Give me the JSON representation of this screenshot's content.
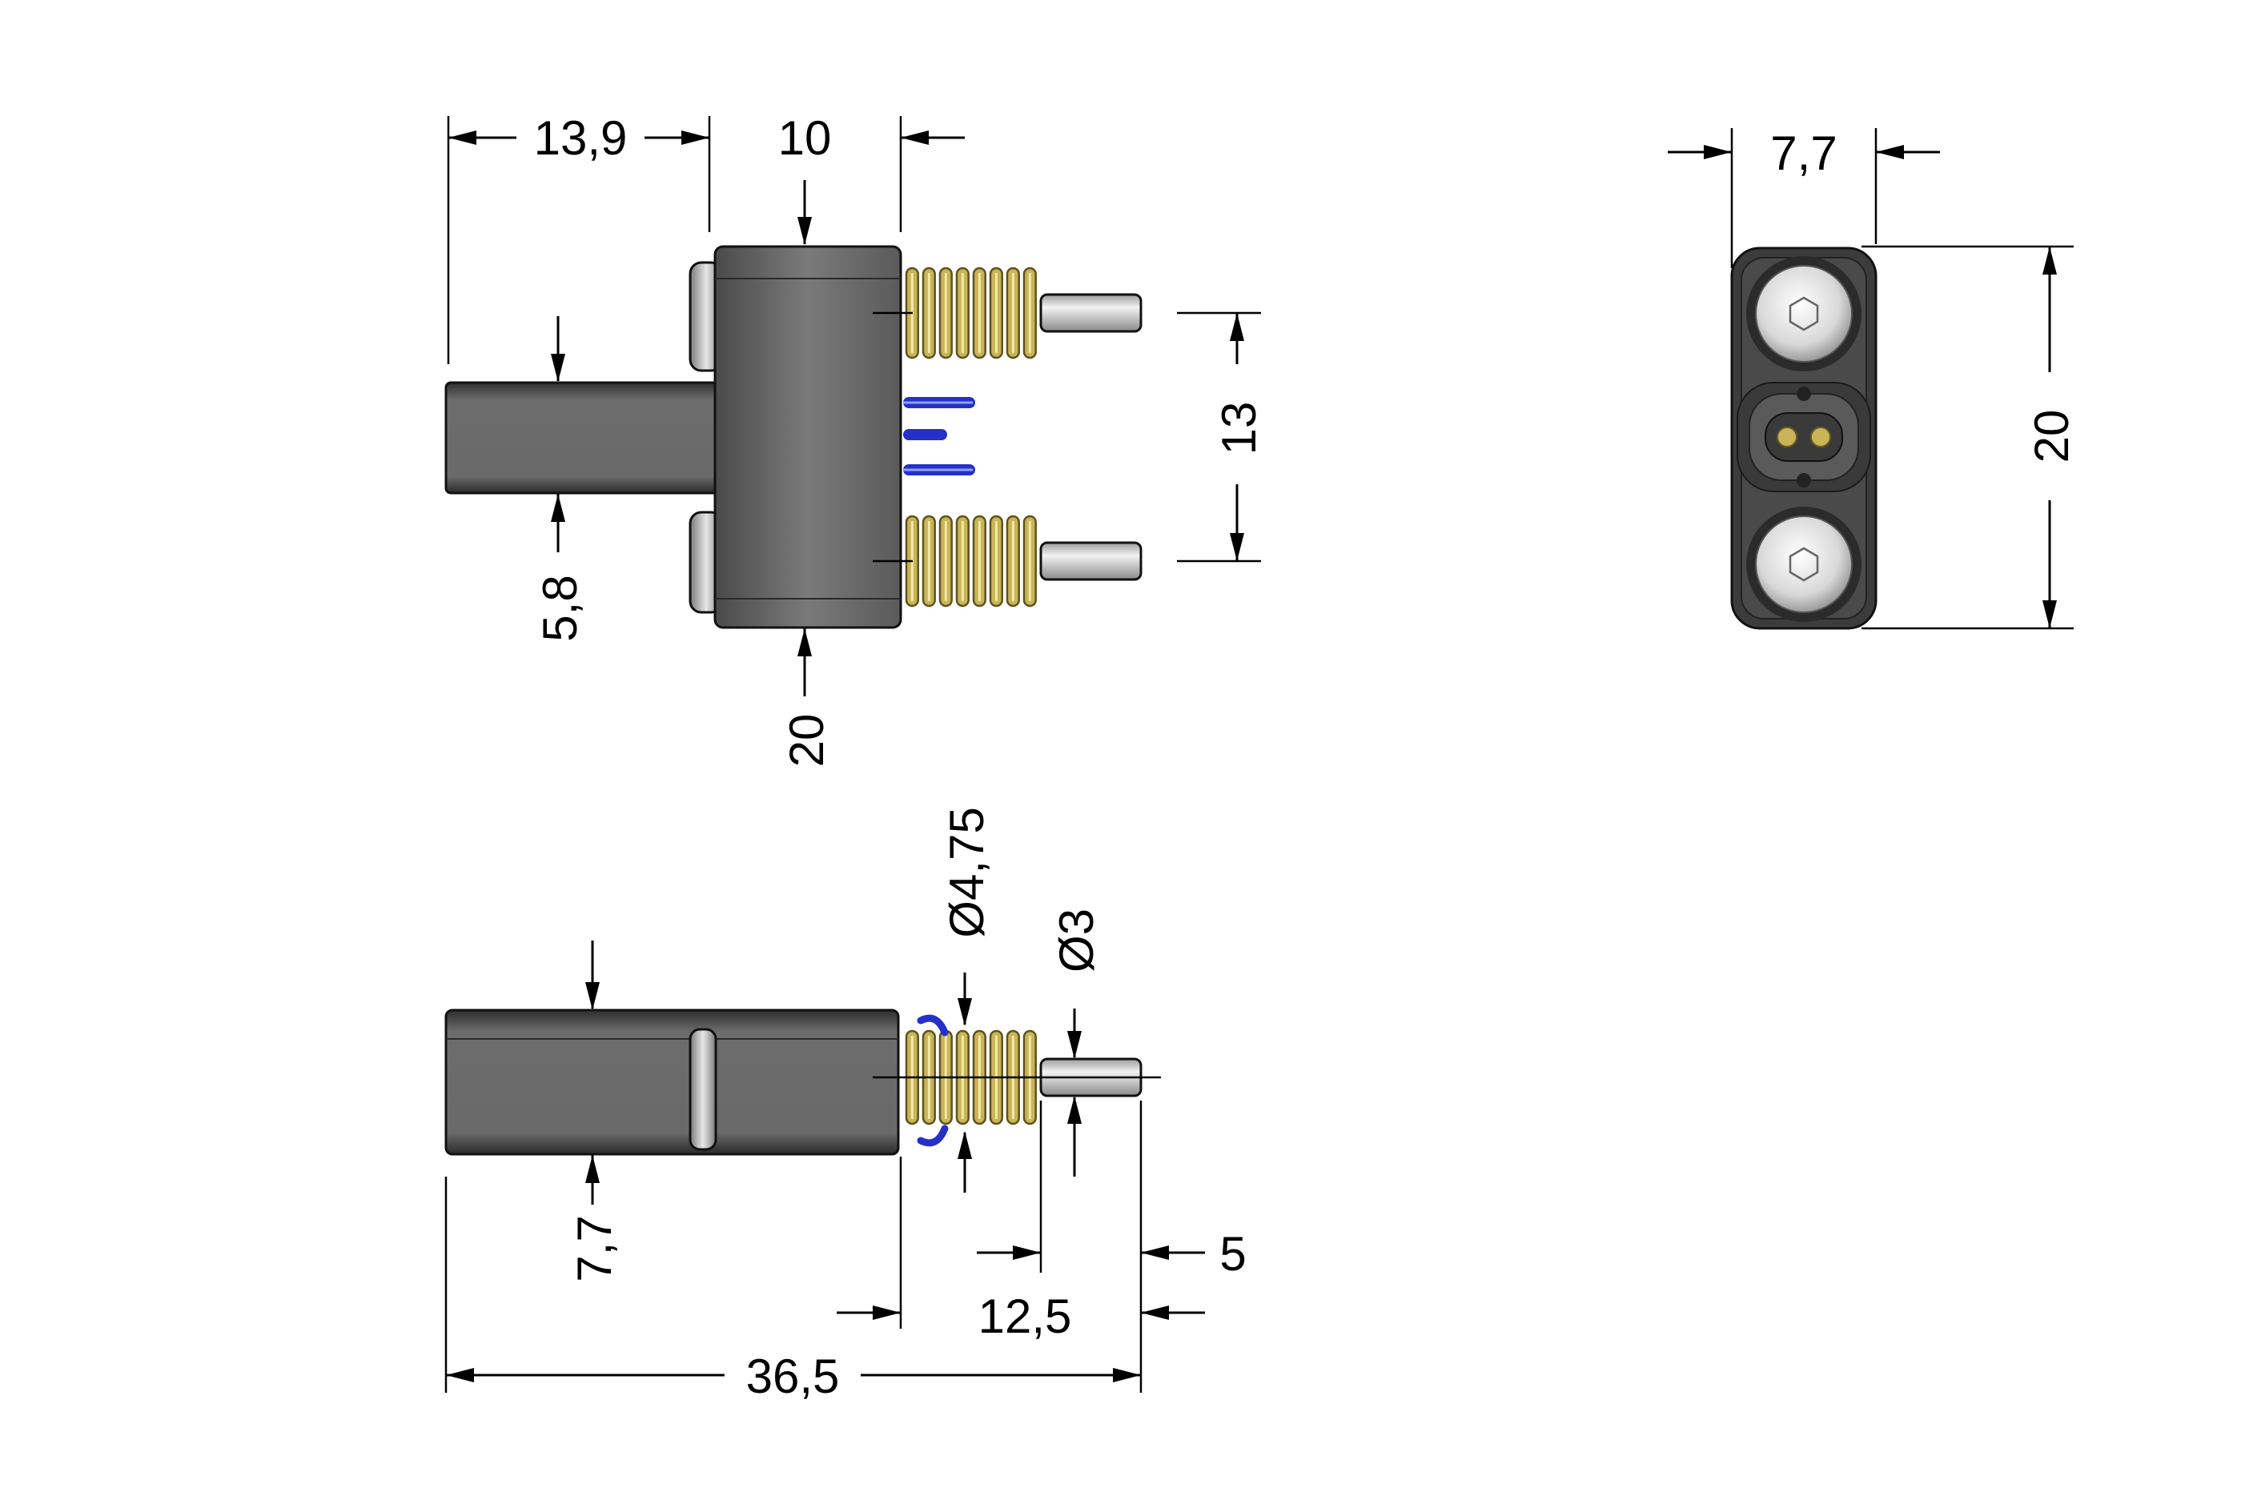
{
  "colors": {
    "body_dark": "#3a3a3a",
    "body_mid": "#6f6f6f",
    "spring_gold": "#c9b558",
    "pin_silver": "#d8d8d8",
    "contact_blue": "#2430c8",
    "background": "#ffffff"
  },
  "views": {
    "top": {
      "dims": {
        "pin_offset": "13,9",
        "block_depth": "10",
        "stem_width": "5,8",
        "block_width": "20",
        "pin_spacing": "13"
      }
    },
    "side": {
      "dims": {
        "spring_diameter": "Ø4,75",
        "pin_diameter": "Ø3",
        "body_height": "7,7",
        "tip_length": "5",
        "pin_length": "12,5",
        "overall_length": "36,5"
      }
    },
    "end": {
      "dims": {
        "width": "7,7",
        "height": "20"
      }
    }
  }
}
